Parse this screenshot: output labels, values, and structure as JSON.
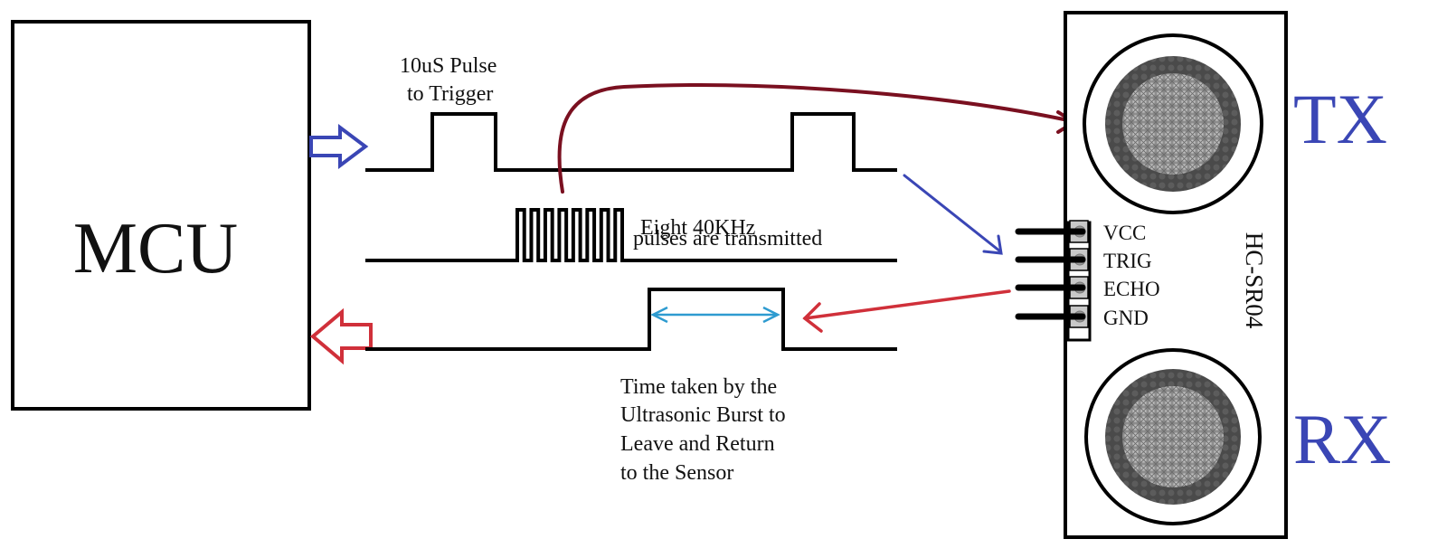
{
  "mcu": {
    "label": "MCU"
  },
  "trigger": {
    "label_lines": [
      "10uS Pulse",
      "to Trigger"
    ]
  },
  "burst": {
    "label_lines": [
      "Eight 40KHz",
      "pulses are transmitted"
    ],
    "pulse_count": 8
  },
  "echo": {
    "label_lines": [
      "Time taken by the",
      "Ultrasonic Burst to",
      "Leave and Return",
      "to the Sensor"
    ]
  },
  "sensor": {
    "model": "HC-SR04",
    "pins": [
      "VCC",
      "TRIG",
      "ECHO",
      "GND"
    ],
    "transmitter_label": "TX",
    "receiver_label": "RX"
  },
  "colors": {
    "trigger_arrow": "#3a46b5",
    "echo_arrow": "#d0303a",
    "transmit_curve": "#7a1020",
    "duration_arrow": "#2e9bd0",
    "tx_rx_label": "#3a46b5"
  }
}
